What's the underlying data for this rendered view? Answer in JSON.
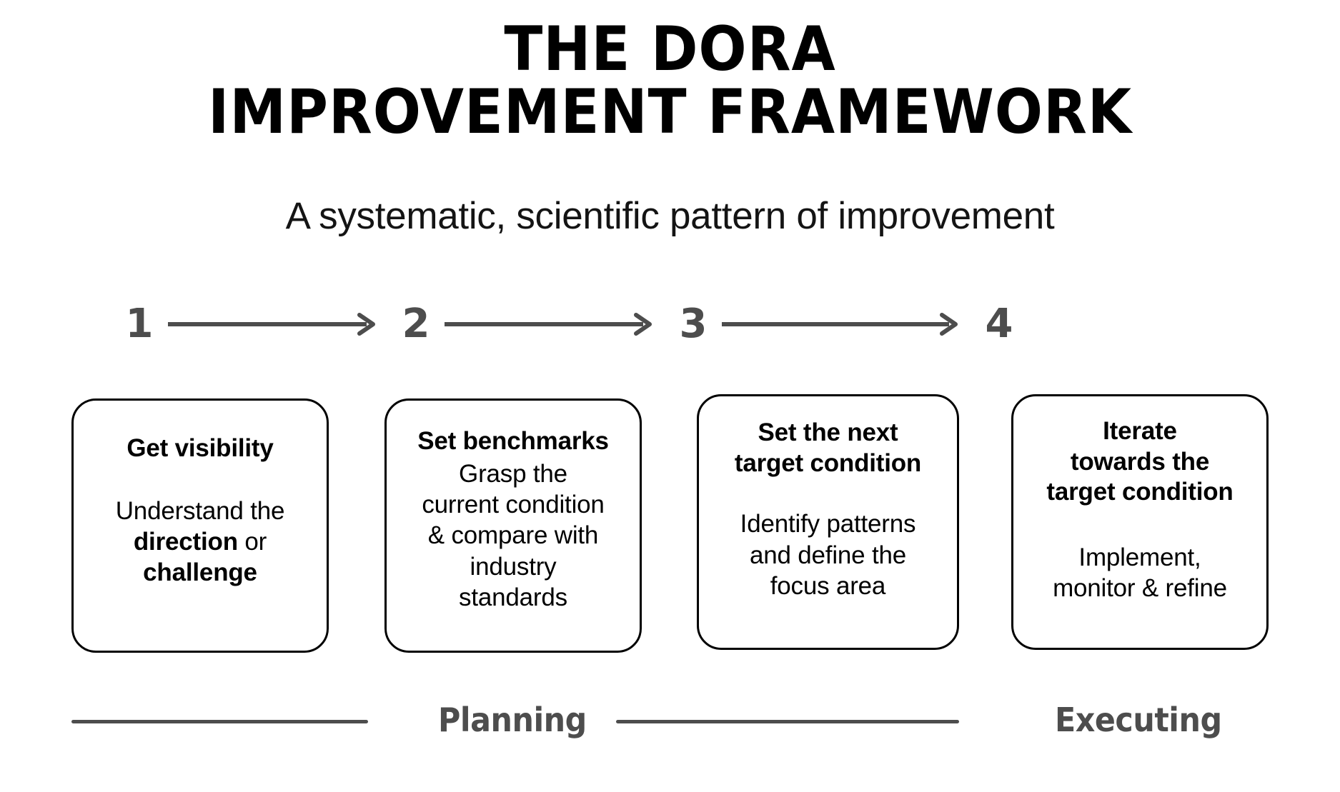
{
  "header": {
    "title_line_1": "THE DORA",
    "title_line_2": "IMPROVEMENT FRAMEWORK",
    "subtitle": "A systematic, scientific pattern of improvement"
  },
  "colors": {
    "text": "#000000",
    "muted": "#4d4d4d",
    "card_border": "#000000",
    "background": "#ffffff"
  },
  "steps": [
    {
      "number": "1"
    },
    {
      "number": "2"
    },
    {
      "number": "3"
    },
    {
      "number": "4"
    }
  ],
  "cards": [
    {
      "title": "Get visibility",
      "body_plain": "Understand the direction or challenge",
      "body_pre": "Understand the\n",
      "body_bold_1": "direction",
      "body_mid": " or\n",
      "body_bold_2": "challenge"
    },
    {
      "title": "Set benchmarks",
      "body_plain": "Grasp the\ncurrent condition\n& compare with\nindustry\nstandards"
    },
    {
      "title": "Set the next\ntarget condition",
      "body_plain": "Identify patterns\nand define the\nfocus area"
    },
    {
      "title": "Iterate\ntowards the\ntarget condition",
      "body_plain": "Implement,\nmonitor & refine"
    }
  ],
  "phases": {
    "planning_label": "Planning",
    "executing_label": "Executing"
  }
}
